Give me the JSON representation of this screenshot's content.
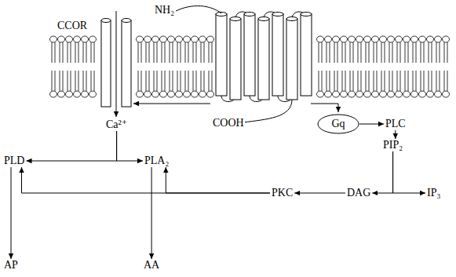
{
  "diagram": {
    "nodes": [
      {
        "text": [
          "Gq"
        ]
      },
      {
        "text": [
          "PLC"
        ]
      },
      {
        "text": [
          "PIP₂"
        ]
      },
      {
        "text": [
          "DAG"
        ]
      },
      {
        "text": [
          "IP₃"
        ]
      },
      {
        "text": [
          "PKC"
        ]
      },
      {
        "text": [
          "Ca²⁺"
        ]
      },
      {
        "text": [
          "PLD"
        ]
      },
      {
        "text": [
          "PLA₂"
        ]
      },
      {
        "text": [
          "AP"
        ]
      },
      {
        "text": [
          "AA"
        ]
      }
    ],
    "edges": [
      {
        "from": 0,
        "to": 1,
        "arrow": "to"
      },
      {
        "from": 1,
        "to": 2,
        "arrow": "to"
      },
      {
        "from": 2,
        "to": 3,
        "arrow": "to"
      },
      {
        "from": 2,
        "to": 4,
        "arrow": "to"
      },
      {
        "from": 3,
        "to": 5,
        "arrow": "to"
      },
      {
        "from": 5,
        "to": 7,
        "arrow": "to"
      },
      {
        "from": 5,
        "to": 8,
        "arrow": "to"
      },
      {
        "from": 7,
        "to": 9,
        "arrow": "to"
      },
      {
        "from": 8,
        "to": 10,
        "arrow": "to"
      },
      {
        "from": 6,
        "to": 7,
        "arrow": "to"
      },
      {
        "from": 6,
        "to": 8,
        "arrow": "to"
      }
    ],
    "labels": [
      "CCOR",
      "NH₂",
      "COOH"
    ]
  }
}
